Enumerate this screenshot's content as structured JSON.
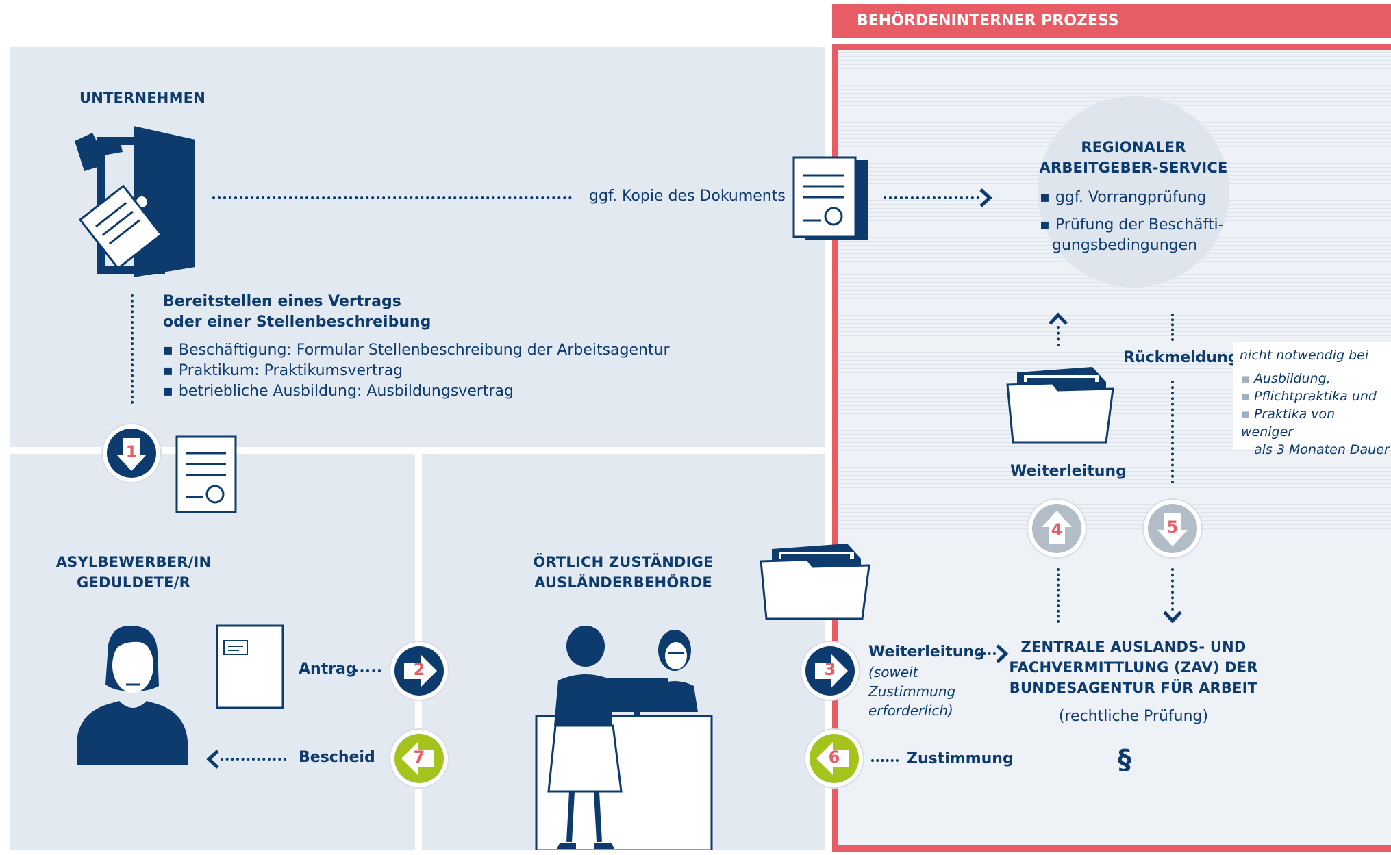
{
  "process_banner": "BEHÖRDENINTERNER PROZESS",
  "unternehmen": {
    "title": "UNTERNEHMEN"
  },
  "copy_label": "ggf. Kopie des Dokuments",
  "step1": {
    "heading_line1": "Bereitstellen eines Vertrags",
    "heading_line2": "oder einer Stellenbeschreibung",
    "bullets": [
      "Beschäftigung: Formular Stellenbeschreibung der Arbeitsagentur",
      "Praktikum: Praktikumsvertrag",
      "betriebliche Ausbildung: Ausbildungsvertrag"
    ]
  },
  "regional": {
    "title_line1": "REGIONALER",
    "title_line2": "ARBEITGEBER-SERVICE",
    "bullet1": "ggf. Vorrangprüfung",
    "bullet2_line1": "Prüfung der Beschäfti-",
    "bullet2_line2": "gungsbedingungen"
  },
  "rueckmeldung": "Rückmeldung",
  "weiterleitung_top": "Weiterleitung",
  "note": {
    "intro": "nicht notwendig bei",
    "items": [
      "Ausbildung,",
      "Pflichtpraktika und",
      "Praktika von weniger",
      "als 3 Monaten Dauer"
    ]
  },
  "asyl": {
    "title_line1": "ASYLBEWERBER/IN",
    "title_line2": "GEDULDETE/R"
  },
  "auslaender": {
    "title_line1": "ÖRTLICH ZUSTÄNDIGE",
    "title_line2": "AUSLÄNDERBEHÖRDE"
  },
  "antrag": "Antrag",
  "bescheid": "Bescheid",
  "step3": {
    "label": "Weiterleitung",
    "note_line1": "(soweit",
    "note_line2": "Zustimmung",
    "note_line3": "erforderlich)"
  },
  "zustimmung": "Zustimmung",
  "zav": {
    "title_line1": "ZENTRALE AUSLANDS- UND",
    "title_line2": "FACHVERMITTLUNG (ZAV) DER",
    "title_line3": "BUNDESAGENTUR FÜR ARBEIT",
    "subtitle": "(rechtliche Prüfung)",
    "symbol": "§"
  },
  "steps": {
    "s1": "1",
    "s2": "2",
    "s3": "3",
    "s4": "4",
    "s5": "5",
    "s6": "6",
    "s7": "7"
  },
  "colors": {
    "navy": "#0d3b6e",
    "red_banner": "#e85c66",
    "panel": "#e3e9f0",
    "lime": "#a4c31c",
    "gray_badge": "#b3bdc8",
    "number_red": "#e85c66"
  }
}
